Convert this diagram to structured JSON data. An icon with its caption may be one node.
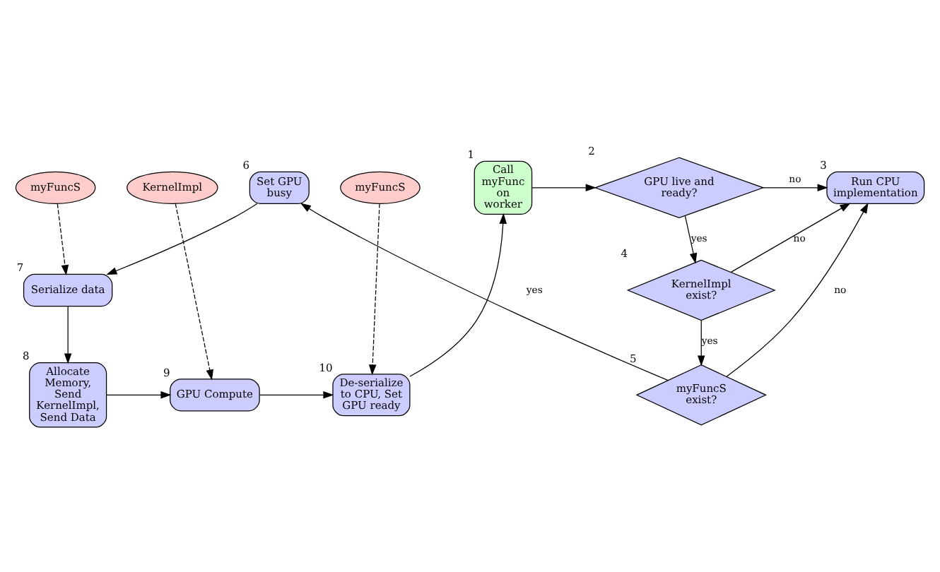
{
  "diagram": {
    "nodes": [
      {
        "text": [
          "Call myFunc on worker"
        ],
        "beside": [
          "1"
        ]
      },
      {
        "text": [
          "GPU live and ready?"
        ],
        "beside": [
          "2"
        ]
      },
      {
        "text": [
          "Run CPU implementation"
        ],
        "beside": [
          "3"
        ]
      },
      {
        "text": [
          "Set GPU busy"
        ],
        "beside": [
          "6"
        ]
      },
      {
        "text": [
          "KernelImpl exist?"
        ],
        "beside": [
          "4"
        ]
      },
      {
        "text": [
          "myFuncS exist?"
        ],
        "beside": [
          "5"
        ]
      },
      {
        "text": [
          "Serialize data"
        ],
        "beside": [
          "7"
        ]
      },
      {
        "text": [
          "Allocate Memory, Send KernelImpl, Send Data"
        ],
        "beside": [
          "8"
        ]
      },
      {
        "text": [
          "GPU Compute"
        ],
        "beside": [
          "9"
        ]
      },
      {
        "text": [
          "De-serialize to CPU, Set GPU ready"
        ],
        "beside": [
          "10"
        ]
      },
      {
        "text": [
          "myFuncS"
        ]
      },
      {
        "text": [
          "KernelImpl"
        ]
      },
      {
        "text": [
          "myFuncS"
        ]
      }
    ],
    "edges": [
      {
        "from": 0,
        "to": 1,
        "arrow": "to"
      },
      {
        "from": 1,
        "to": 2,
        "arrow": "to",
        "label": "no"
      },
      {
        "from": 1,
        "to": 4,
        "arrow": "to",
        "label": "yes"
      },
      {
        "from": 4,
        "to": 2,
        "arrow": "to",
        "label": "no"
      },
      {
        "from": 4,
        "to": 5,
        "arrow": "to",
        "label": "yes"
      },
      {
        "from": 5,
        "to": 2,
        "arrow": "to",
        "label": "no"
      },
      {
        "from": 5,
        "to": 3,
        "arrow": "to",
        "label": "yes"
      },
      {
        "from": 3,
        "to": 6,
        "arrow": "to"
      },
      {
        "from": 6,
        "to": 7,
        "arrow": "to"
      },
      {
        "from": 7,
        "to": 8,
        "arrow": "to"
      },
      {
        "from": 8,
        "to": 9,
        "arrow": "to"
      },
      {
        "from": 9,
        "to": 0,
        "arrow": "to"
      },
      {
        "from": 10,
        "to": 9,
        "arrow": "to",
        "style": "dashed"
      },
      {
        "from": 11,
        "to": 8,
        "arrow": "to",
        "style": "dashed"
      },
      {
        "from": 12,
        "to": 6,
        "arrow": "to",
        "style": "dashed"
      }
    ]
  }
}
